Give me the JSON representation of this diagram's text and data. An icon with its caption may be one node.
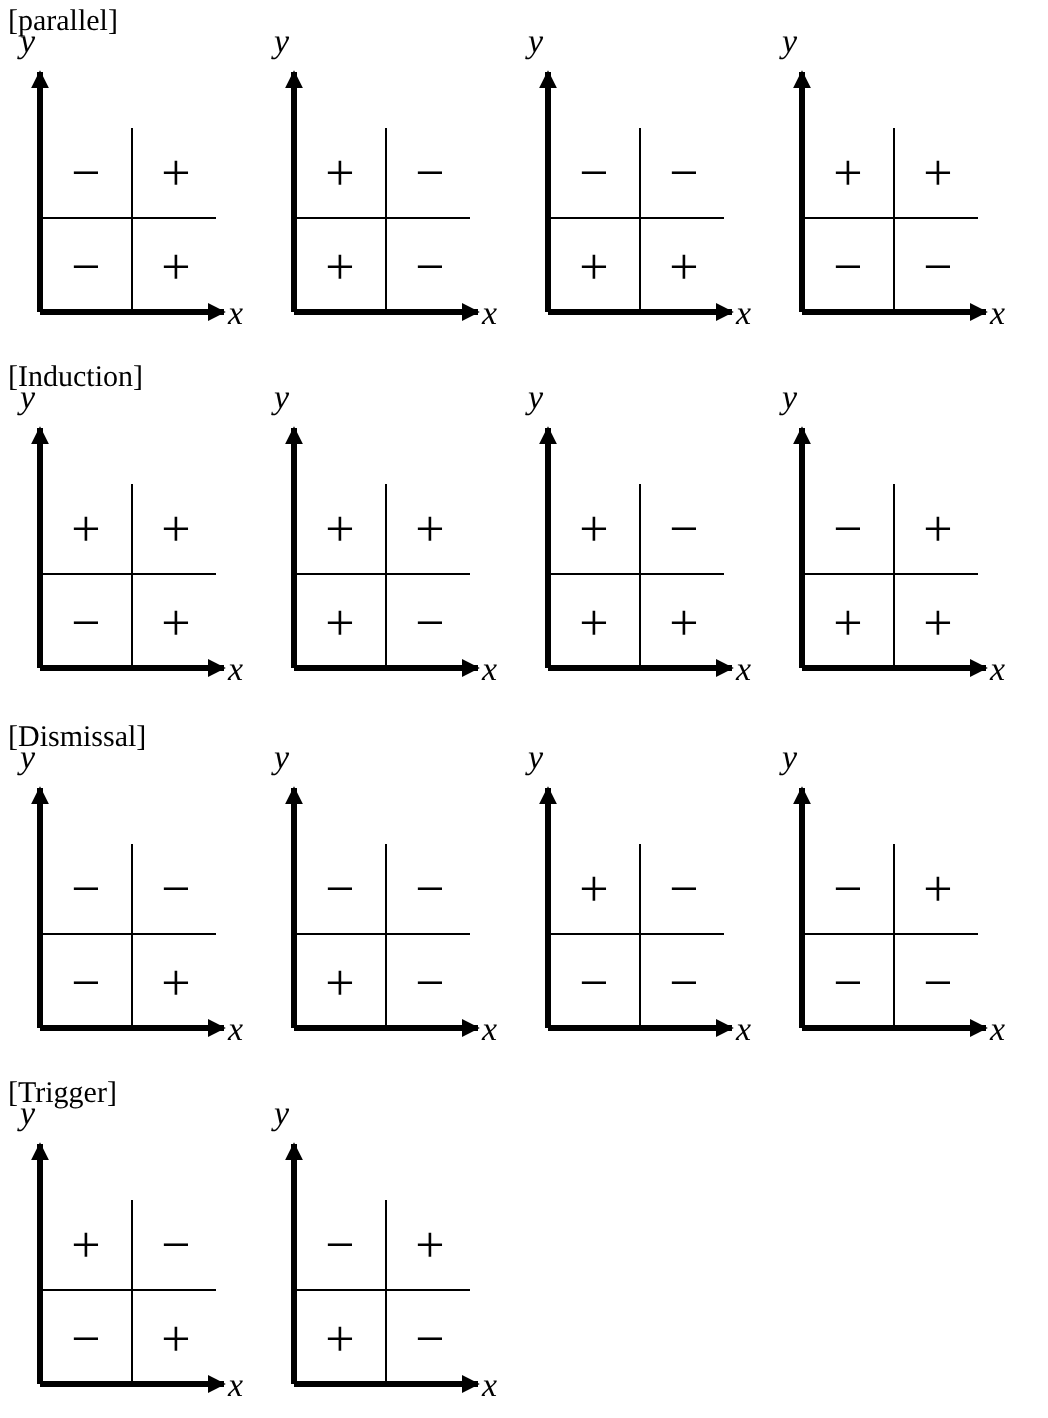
{
  "diagram": {
    "labels": [
      "[parallel]",
      "y",
      "−",
      "+",
      "−",
      "+",
      "x",
      "y",
      "+",
      "−",
      "+",
      "−",
      "x",
      "y",
      "−",
      "−",
      "+",
      "+",
      "x",
      "y",
      "+",
      "+",
      "−",
      "−",
      "x",
      "[Induction]",
      "y",
      "+",
      "+",
      "−",
      "+",
      "x",
      "y",
      "+",
      "+",
      "+",
      "−",
      "x",
      "y",
      "+",
      "−",
      "+",
      "+",
      "x",
      "y",
      "−",
      "+",
      "+",
      "+",
      "x",
      "[Dismissal]",
      "y",
      "−",
      "−",
      "−",
      "+",
      "x",
      "y",
      "−",
      "−",
      "+",
      "−",
      "x",
      "y",
      "+",
      "−",
      "−",
      "−",
      "x",
      "y",
      "−",
      "+",
      "−",
      "−",
      "x",
      "[Trigger]",
      "y",
      "+",
      "−",
      "−",
      "+",
      "x",
      "y",
      "−",
      "+",
      "+",
      "−",
      "x"
    ]
  }
}
